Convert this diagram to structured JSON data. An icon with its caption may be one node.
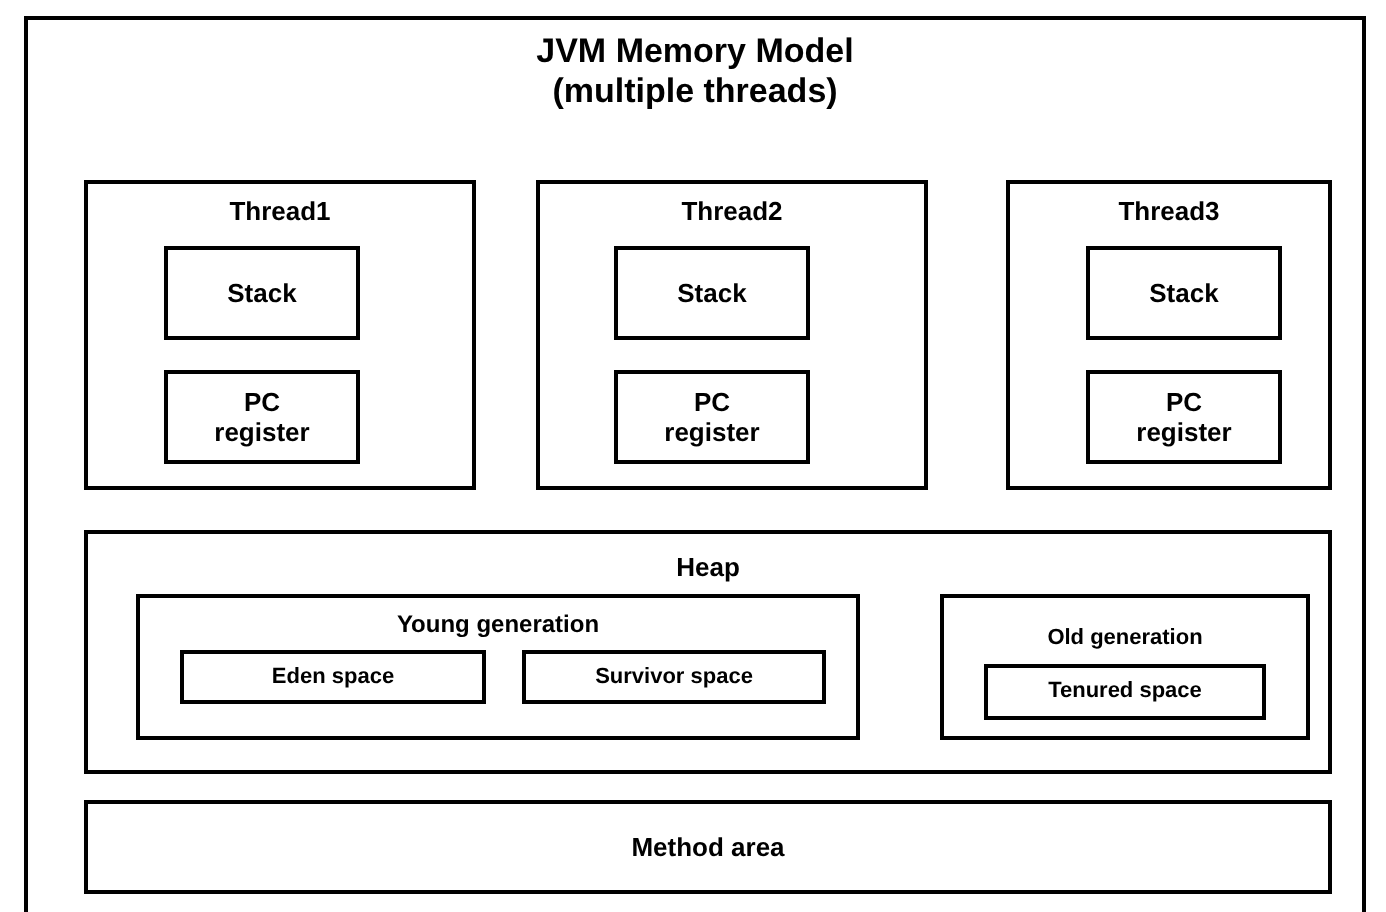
{
  "diagram": {
    "nodes": [
      {
        "text": [
          "JVM Memory Model (multiple threads)"
        ]
      },
      {
        "text": [
          "Thread1"
        ],
        "in": 0
      },
      {
        "text": [
          "Stack"
        ],
        "in": 1
      },
      {
        "text": [
          "PC register"
        ],
        "in": 1
      },
      {
        "text": [
          "Thread2"
        ],
        "in": 0
      },
      {
        "text": [
          "Stack"
        ],
        "in": 4
      },
      {
        "text": [
          "PC register"
        ],
        "in": 4
      },
      {
        "text": [
          "Thread3"
        ],
        "in": 0
      },
      {
        "text": [
          "Stack"
        ],
        "in": 7
      },
      {
        "text": [
          "PC register"
        ],
        "in": 7
      },
      {
        "text": [
          "Heap"
        ],
        "in": 0
      },
      {
        "text": [
          "Young generation"
        ],
        "in": 10
      },
      {
        "text": [
          "Eden space"
        ],
        "in": 11
      },
      {
        "text": [
          "Survivor space"
        ],
        "in": 11
      },
      {
        "text": [
          "Old generation"
        ],
        "in": 10
      },
      {
        "text": [
          "Tenured space"
        ],
        "in": 14
      },
      {
        "text": [
          "Method area"
        ],
        "in": 0
      }
    ]
  }
}
